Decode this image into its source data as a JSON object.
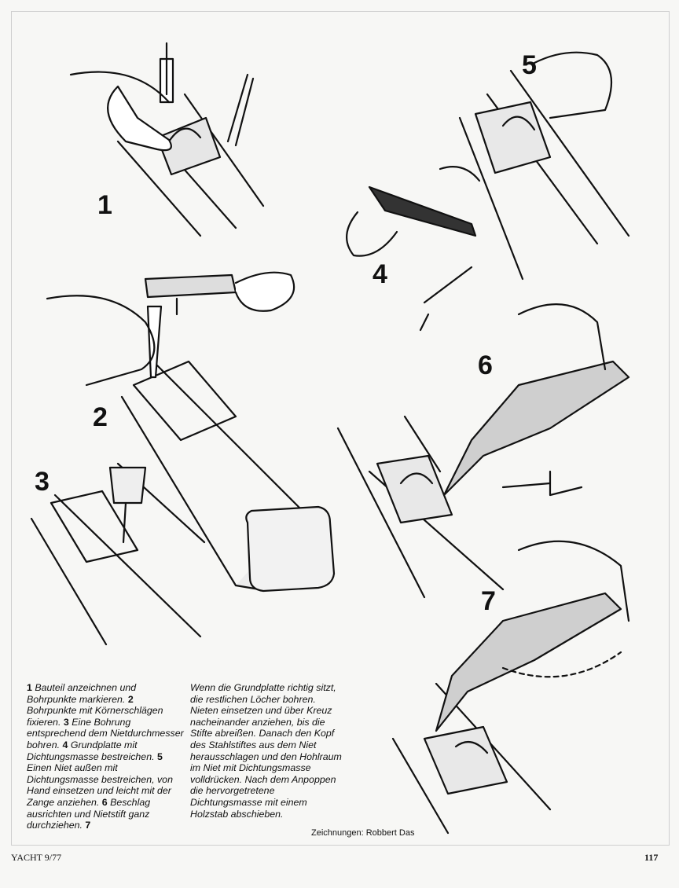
{
  "steps": [
    {
      "num": "1",
      "text": "Bauteil anzeichnen und Bohrpunkte markieren."
    },
    {
      "num": "2",
      "text": "Bohrpunkte mit Körnerschlägen fixieren."
    },
    {
      "num": "3",
      "text": "Eine Bohrung entsprechend dem Nietdurchmesser bohren."
    },
    {
      "num": "4",
      "text": "Grundplatte mit Dichtungsmasse bestreichen."
    },
    {
      "num": "5",
      "text": "Einen Niet außen mit Dichtungsmasse bestreichen, von Hand einsetzen und leicht mit der Zange anziehen."
    },
    {
      "num": "6",
      "text": "Beschlag ausrichten und Nietstift ganz durchziehen."
    },
    {
      "num": "7",
      "text": "Wenn die Grundplatte richtig sitzt, die restlichen Löcher bohren. Nieten einsetzen und über Kreuz nacheinander anziehen, bis die Stifte abreißen. Danach den Kopf des Stahlstiftes aus dem Niet herausschlagen und den Hohlraum im Niet mit Dichtungsmasse volldrücken. Nach dem Anpoppen die hervorgetretene Dichtungsmasse mit einem Holzstab abschieben."
    }
  ],
  "credit": "Zeichnungen: Robbert Das",
  "footer": {
    "publication": "YACHT 9/77",
    "page_number": "117"
  }
}
